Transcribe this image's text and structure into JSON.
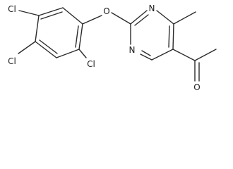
{
  "molecule": {
    "atoms": {
      "cl_top": "Cl",
      "cl_left": "Cl",
      "cl_right": "Cl",
      "o_ether": "O",
      "n_top": "N",
      "n_bottom": "N",
      "o_carbonyl": "O"
    }
  }
}
